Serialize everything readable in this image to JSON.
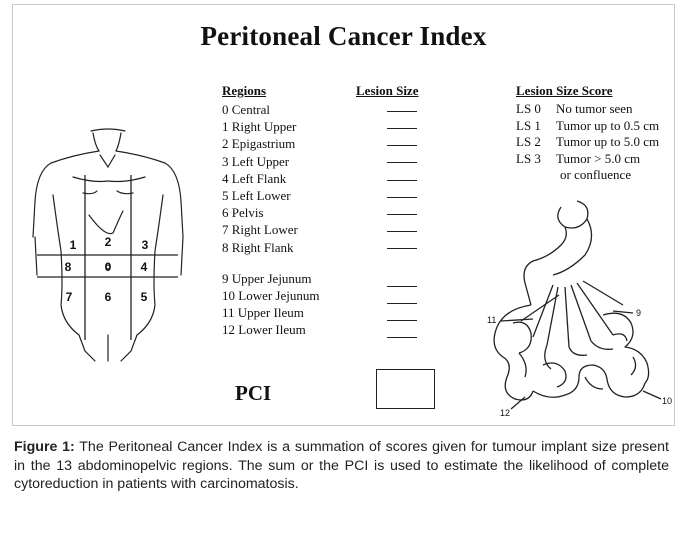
{
  "figure": {
    "title": "Peritoneal Cancer Index",
    "headers": {
      "regions": "Regions",
      "lesion_size": "Lesion Size",
      "score_key": "Lesion Size Score"
    },
    "regions": [
      {
        "label": "0  Central"
      },
      {
        "label": "1  Right Upper"
      },
      {
        "label": "2  Epigastrium"
      },
      {
        "label": "3  Left Upper"
      },
      {
        "label": "4  Left Flank"
      },
      {
        "label": "5  Left Lower"
      },
      {
        "label": "6  Pelvis"
      },
      {
        "label": "7  Right Lower"
      },
      {
        "label": "8  Right Flank"
      },
      {
        "label": "9  Upper Jejunum"
      },
      {
        "label": "10  Lower Jejunum"
      },
      {
        "label": "11  Upper Ileum"
      },
      {
        "label": "12  Lower Ileum"
      }
    ],
    "lesion_scores": [
      {
        "code": "LS 0",
        "desc": "No tumor seen"
      },
      {
        "code": "LS 1",
        "desc": "Tumor up to 0.5 cm"
      },
      {
        "code": "LS 2",
        "desc": "Tumor up to 5.0 cm"
      },
      {
        "code": "LS 3",
        "desc": "Tumor > 5.0 cm"
      }
    ],
    "lesion_score_continuation": "or confluence",
    "pci_label": "PCI",
    "body_grid_numbers": [
      "1",
      "2",
      "3",
      "8",
      "0",
      "4",
      "7",
      "6",
      "5"
    ],
    "bowel_labels": [
      "11",
      "9",
      "12",
      "10"
    ]
  },
  "caption": {
    "prefix": "Figure 1:",
    "text": " The Peritoneal Cancer Index is a summation of scores given for tumour implant size present in the 13 abdominopelvic regions.  The sum or the PCI is used to estimate the likelihood of complete cytoreduction in patients with carcinomatosis."
  }
}
